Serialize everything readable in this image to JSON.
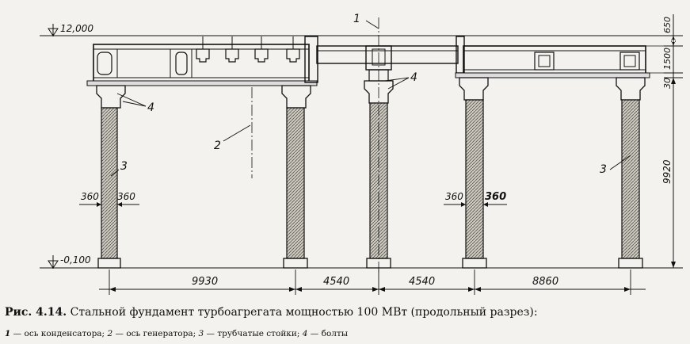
{
  "figure": {
    "levels": {
      "top": "12,000",
      "bottom": "-0,100"
    },
    "leaders": {
      "one": "1",
      "two": "2",
      "three": "3",
      "four": "4"
    },
    "column_dims": {
      "left": "360",
      "right": "360"
    },
    "right_dims": {
      "d650": "650",
      "d1500": "1500",
      "d30": "30",
      "d9920": "9920"
    },
    "spans": [
      "9930",
      "4540",
      "4540",
      "8860"
    ]
  },
  "caption": {
    "lead": "Рис. 4.14.",
    "text": "Стальной фундамент турбоагрегата мощностью 100 МВт (продольный разрез):"
  },
  "legend": {
    "i1n": "1",
    "i1t": "— ось конденсатора;",
    "i2n": "2",
    "i2t": "— ось генератора;",
    "i3n": "3",
    "i3t": "— трубчатые стойки;",
    "i4n": "4",
    "i4t": "— болты"
  }
}
